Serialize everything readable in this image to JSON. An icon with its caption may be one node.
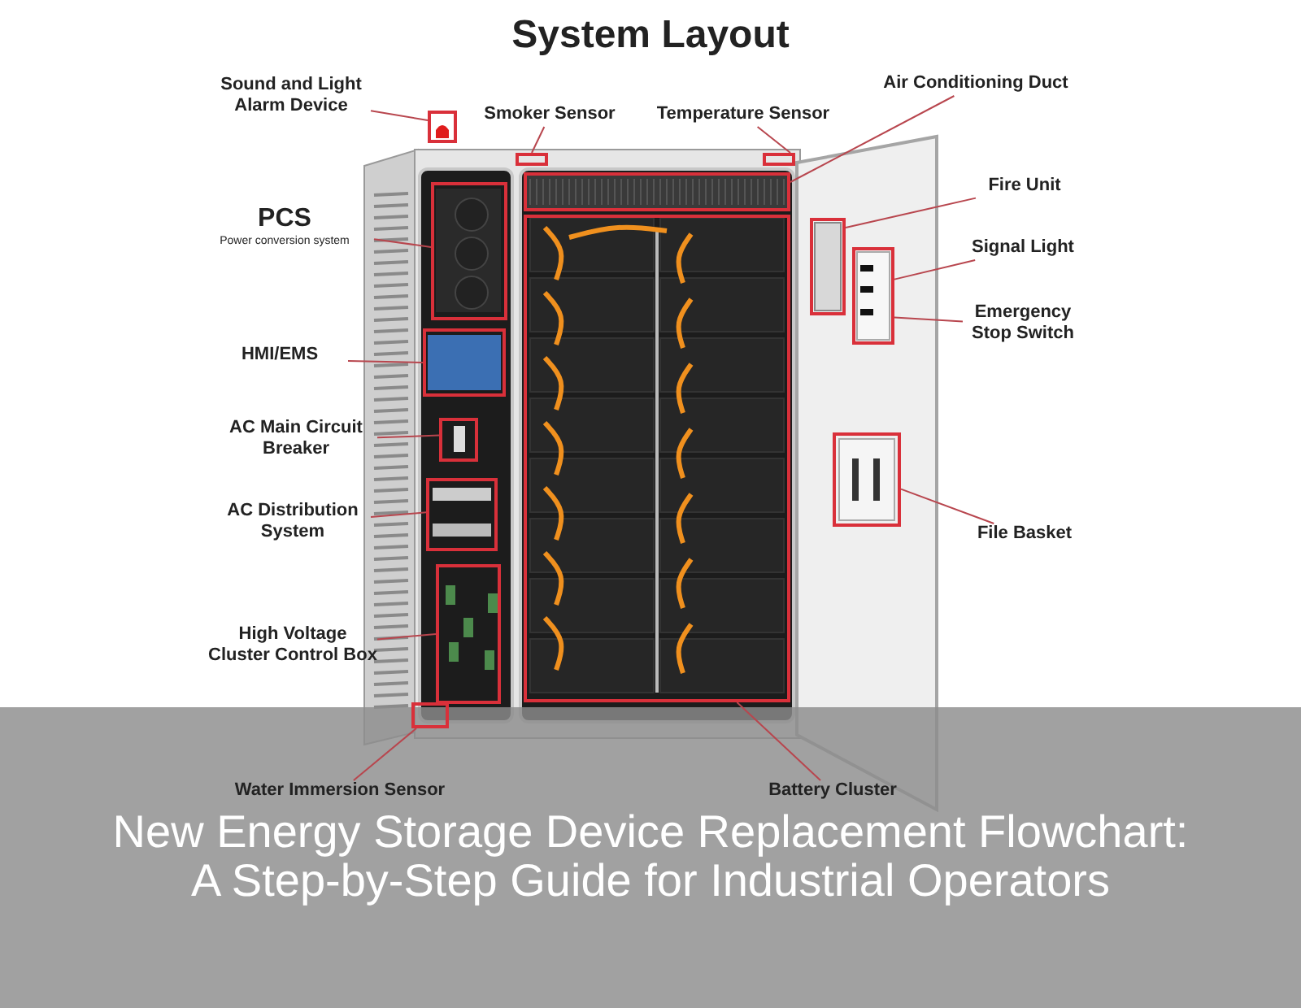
{
  "diagram": {
    "title": "System Layout",
    "caption": "New Energy Storage Device Replacement Flowchart: A Step-by-Step Guide for Industrial Operators",
    "nodes": [
      {
        "text": [
          "Sound and Light Alarm Device"
        ]
      },
      {
        "text": [],
        "shape": "box"
      },
      {
        "text": [
          "Smoker Sensor"
        ]
      },
      {
        "text": [],
        "shape": "box"
      },
      {
        "text": [
          "Temperature Sensor"
        ]
      },
      {
        "text": [],
        "shape": "box"
      },
      {
        "text": [
          "Air Conditioning Duct"
        ]
      },
      {
        "text": [],
        "shape": "box"
      },
      {
        "text": [
          "Fire Unit"
        ]
      },
      {
        "text": [],
        "shape": "box"
      },
      {
        "text": [
          "Signal Light"
        ]
      },
      {
        "text": [],
        "shape": "box"
      },
      {
        "text": [
          "Emergency Stop Switch"
        ]
      },
      {
        "text": [
          "PCS",
          "Power conversion system"
        ]
      },
      {
        "text": [],
        "shape": "box"
      },
      {
        "text": [
          "HMI/EMS"
        ]
      },
      {
        "text": [],
        "shape": "box"
      },
      {
        "text": [
          "AC Main Circuit Breaker"
        ]
      },
      {
        "text": [],
        "shape": "box"
      },
      {
        "text": [
          "AC Distribution System"
        ]
      },
      {
        "text": [],
        "shape": "box"
      },
      {
        "text": [
          "File Basket"
        ]
      },
      {
        "text": [],
        "shape": "box"
      },
      {
        "text": [
          "High Voltage Cluster Control Box"
        ]
      },
      {
        "text": [],
        "shape": "box"
      },
      {
        "text": [
          "Water Immersion Sensor"
        ]
      },
      {
        "text": [],
        "shape": "box"
      },
      {
        "text": [
          "Battery Cluster"
        ]
      },
      {
        "text": [],
        "shape": "box"
      }
    ],
    "edges": [
      {
        "from": 0,
        "to": 1,
        "arrow": "none"
      },
      {
        "from": 2,
        "to": 3,
        "arrow": "none"
      },
      {
        "from": 4,
        "to": 5,
        "arrow": "none"
      },
      {
        "from": 6,
        "to": 7,
        "arrow": "none"
      },
      {
        "from": 8,
        "to": 9,
        "arrow": "none"
      },
      {
        "from": 10,
        "to": 11,
        "arrow": "none"
      },
      {
        "from": 12,
        "to": 11,
        "arrow": "none"
      },
      {
        "from": 13,
        "to": 14,
        "arrow": "none"
      },
      {
        "from": 15,
        "to": 16,
        "arrow": "none"
      },
      {
        "from": 17,
        "to": 18,
        "arrow": "none"
      },
      {
        "from": 19,
        "to": 20,
        "arrow": "none"
      },
      {
        "from": 21,
        "to": 22,
        "arrow": "none"
      },
      {
        "from": 23,
        "to": 24,
        "arrow": "none"
      },
      {
        "from": 25,
        "to": 26,
        "arrow": "none"
      },
      {
        "from": 27,
        "to": 28,
        "arrow": "none"
      }
    ]
  }
}
